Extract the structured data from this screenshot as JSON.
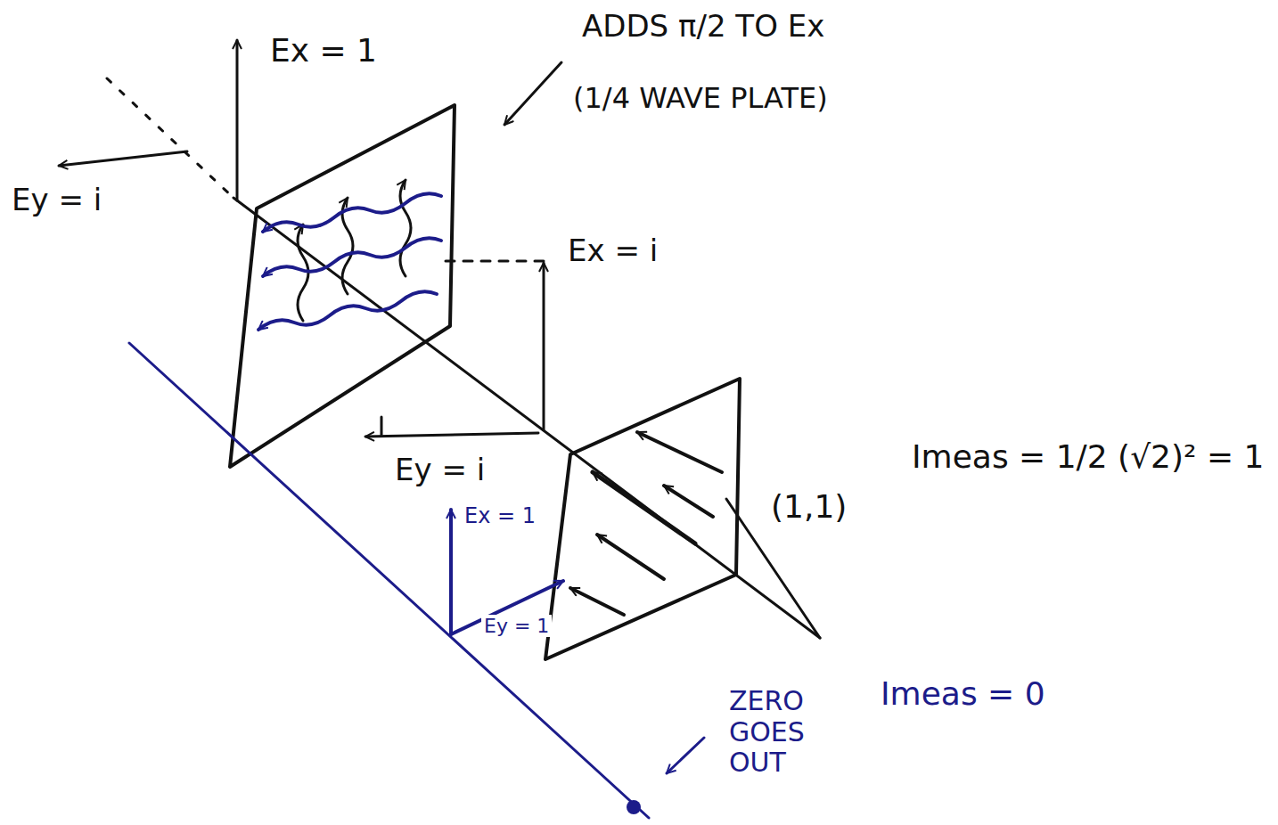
{
  "diagram": {
    "labels": [
      "Ex = 1",
      "Ey = i",
      "ADDS π/2 TO Ex",
      "(1/4 WAVE PLATE)",
      "Ex = i",
      "Ey = i",
      "Ex = 1",
      "Ey = 1",
      "(1,1)",
      "Imeas = 1/2 (√2)² = 1",
      "ZERO GOES OUT",
      "Imeas = 0"
    ]
  }
}
